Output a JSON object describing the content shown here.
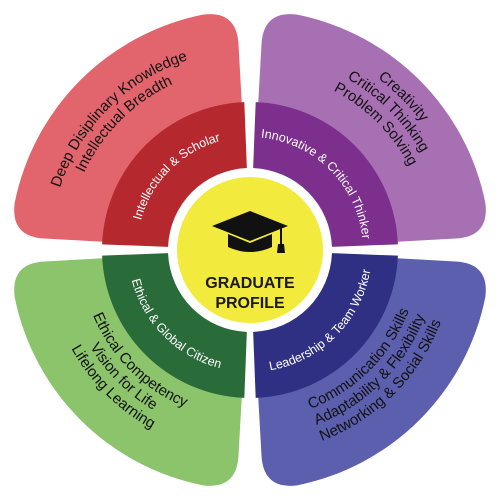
{
  "center": {
    "title_line1": "GRADUATE",
    "title_line2": "PROFILE",
    "icon": "graduation-cap-icon",
    "color": "#f2ea3c"
  },
  "quadrants": [
    {
      "id": "top-left",
      "outer_color": "#e2646c",
      "inner_color": "#b5282d",
      "inner_label": "Intellectual & Scholar",
      "outer_lines": [
        "Deep Disiplinary Knowledge",
        "Intellectual Breadth"
      ]
    },
    {
      "id": "top-right",
      "outer_color": "#a770b3",
      "inner_color": "#7c2f8c",
      "inner_label": "Innovative & Critical Thinker",
      "outer_lines": [
        "Creativity",
        "Critical Thinking",
        "Problem Solving"
      ]
    },
    {
      "id": "bottom-right",
      "outer_color": "#5c5fae",
      "inner_color": "#2f2f84",
      "inner_label": "Leadership & Team Worker",
      "outer_lines": [
        "Communication Skills",
        "Adaptability & Flexibility",
        "Networking & Social Skills"
      ]
    },
    {
      "id": "bottom-left",
      "outer_color": "#8cc46c",
      "inner_color": "#2a6b3a",
      "inner_label": "Ethical & Global Citizen",
      "outer_lines": [
        "Ethical Competency",
        "Vision for Life",
        "Lifelong Learning"
      ]
    }
  ]
}
